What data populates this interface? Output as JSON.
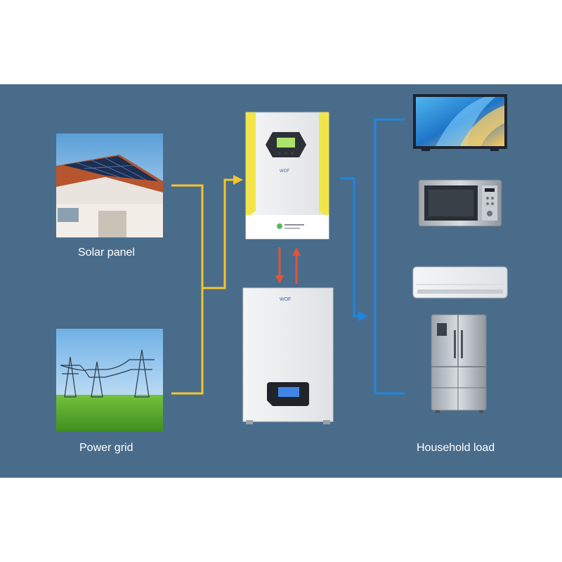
{
  "labels": {
    "solar": "Solar panel",
    "grid": "Power grid",
    "load": "Household load"
  },
  "device_text": {
    "inverter_brand": "WOF",
    "battery_brand": "WOF"
  },
  "colors": {
    "background": "#496c8b",
    "input_lines": "#f5c52a",
    "output_lines": "#1f86df",
    "battery_arrows": "#e4523a"
  },
  "icons": [
    "solar-panel-photo",
    "power-grid-photo",
    "inverter-icon",
    "battery-icon",
    "tv-icon",
    "microwave-icon",
    "air-conditioner-icon",
    "refrigerator-icon"
  ]
}
